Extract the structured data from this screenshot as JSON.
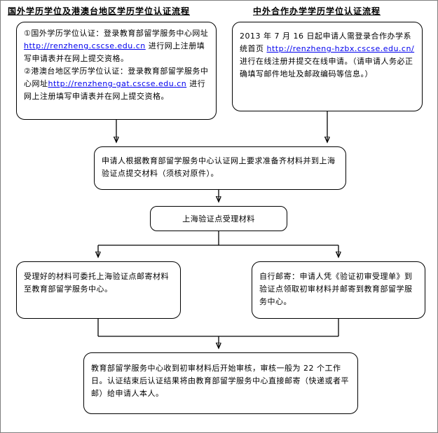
{
  "titles": {
    "left": "国外学历学位及港澳台地区学历学位认证流程",
    "right": "中外合作办学学历学位认证流程"
  },
  "foreign_box": {
    "item1_pre": "①国外学历学位认证：登录教育部留学服务中心网址 ",
    "item1_link": "http://renzheng.cscse.edu.cn",
    "item1_post": " 进行网上注册填写申请表并在网上提交资格。",
    "item2_pre": "②港澳台地区学历学位认证：登录教育部留学服务中心网址",
    "item2_link": "http://renzheng-gat.cscse.edu.cn",
    "item2_post": " 进行网上注册填写申请表并在网上提交资格。"
  },
  "coop_box": {
    "pre": "2013 年 7 月 16 日起申请人需登录合作办学系统首页 ",
    "link": "http://renzheng-hzbx.cscse.edu.cn/",
    "post": " 进行在线注册并提交在线申请。（请申请人务必正确填写邮件地址及邮政编码等信息。）"
  },
  "boxes": {
    "prepare": "申请人根据教育部留学服务中心认证网上要求准备齐材料并到上海验证点提交材料（须核对原件）。",
    "accept": "上海验证点受理材料",
    "mail_left": "受理好的材料可委托上海验证点邮寄材料至教育部留学服务中心。",
    "mail_right": "自行邮寄：申请人凭《验证初审受理单》到验证点领取初审材料并邮寄到教育部留学服务中心。",
    "review": "教育部留学服务中心收到初审材料后开始审核，审核一般为 22 个工作日。认证结束后认证结果将由教育部留学服务中心直接邮寄（快递或者平邮）给申请人本人。"
  },
  "colors": {
    "link": "#0000ee",
    "line": "#000000",
    "text": "#000000",
    "background": "#ffffff"
  }
}
